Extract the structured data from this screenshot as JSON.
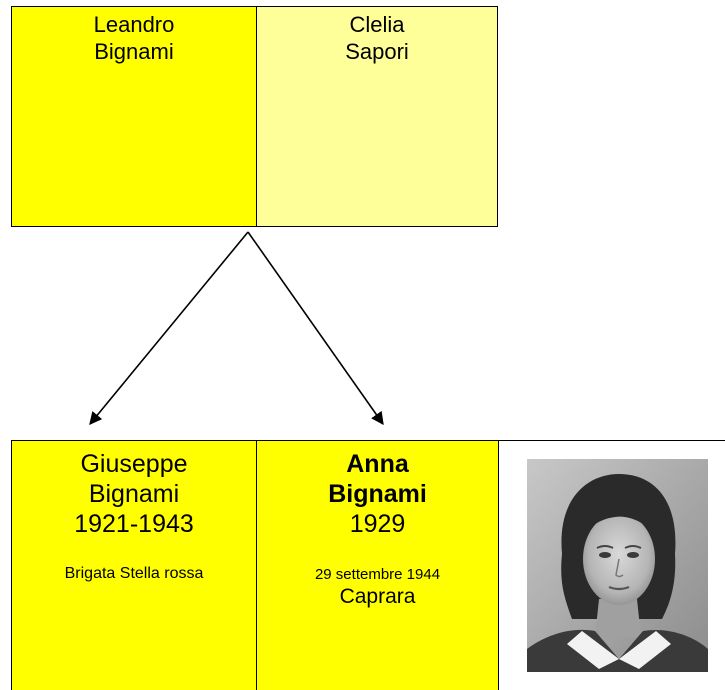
{
  "colors": {
    "father_bg": "#ffff00",
    "mother_bg": "#ffff99",
    "child_bg": "#ffff00",
    "border": "#000000"
  },
  "parents": {
    "father": {
      "first_name": "Leandro",
      "last_name": "Bignami"
    },
    "mother": {
      "first_name": "Clelia",
      "last_name": "Sapori"
    }
  },
  "children": [
    {
      "first_name": "Giuseppe",
      "last_name": "Bignami",
      "years": "1921-1943",
      "note": "Brigata Stella rossa"
    },
    {
      "first_name": "Anna",
      "last_name": "Bignami",
      "years": "1929",
      "date": "29 settembre 1944",
      "place": "Caprara",
      "has_photo": true
    }
  ]
}
